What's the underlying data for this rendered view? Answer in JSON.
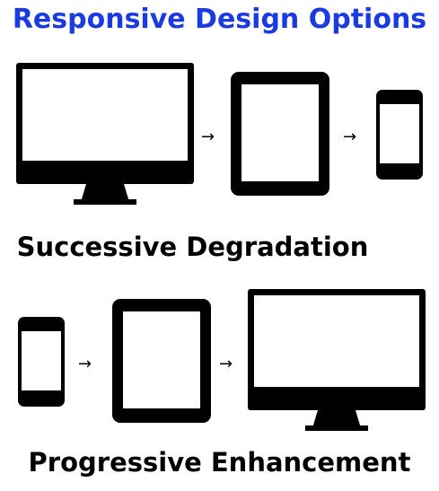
{
  "title": "Responsive Design Options",
  "sections": [
    {
      "caption": "Successive Degradation",
      "devices": [
        "monitor-icon",
        "tablet-icon",
        "phone-icon"
      ]
    },
    {
      "caption": "Progressive Enhancement",
      "devices": [
        "phone-icon",
        "tablet-icon",
        "monitor-icon"
      ]
    }
  ],
  "arrow": "→",
  "colors": {
    "title": "#1a3be0",
    "device": "#000000"
  }
}
